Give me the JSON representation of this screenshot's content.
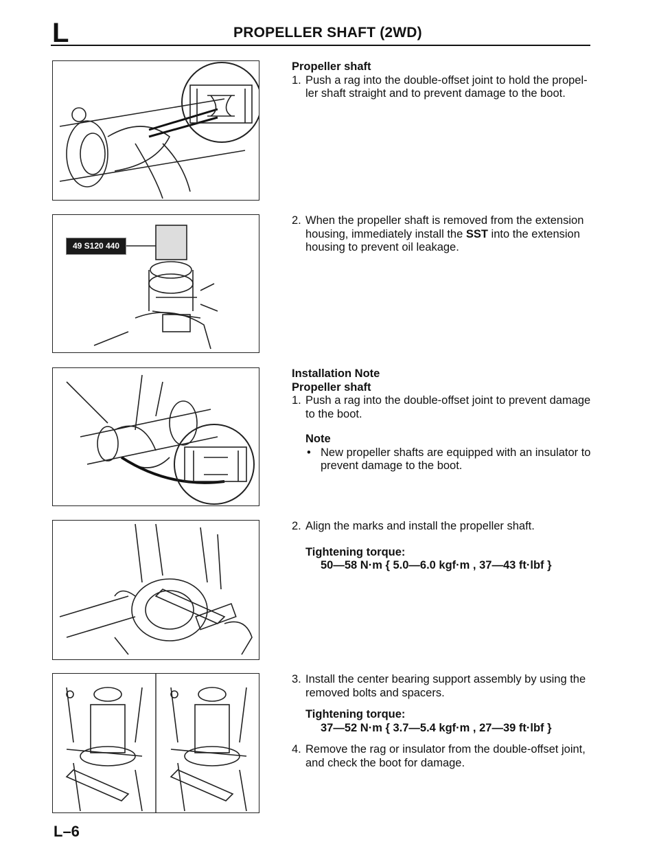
{
  "header": {
    "section_letter": "L",
    "title": "PROPELLER SHAFT (2WD)"
  },
  "figures": {
    "fig2_label": "49 S120 440"
  },
  "removal": {
    "heading": "Propeller shaft",
    "step1_num": "1.",
    "step1_text": "Push a rag into the double-offset joint to hold the propel-ler shaft straight and to prevent damage to the boot.",
    "step2_num": "2.",
    "step2_pre": "When the propeller shaft is removed from the extension housing, immediately install the ",
    "step2_bold": "SST",
    "step2_post": " into the extension housing to prevent oil leakage."
  },
  "installation": {
    "heading": "Installation Note",
    "subheading": "Propeller shaft",
    "step1_num": "1.",
    "step1_text": "Push a rag into the double-offset joint to prevent damage to the boot.",
    "note_heading": "Note",
    "note_bullet": "•",
    "note_text": "New propeller shafts are equipped with an insulator to prevent damage to the boot.",
    "step2_num": "2.",
    "step2_text": "Align the marks and install the propeller shaft.",
    "torque1_label": "Tightening torque:",
    "torque1_value": "50—58 N·m { 5.0—6.0 kgf·m , 37—43 ft·lbf }",
    "step3_num": "3.",
    "step3_text": "Install the center bearing support assembly by using the removed bolts and spacers.",
    "torque2_label": "Tightening torque:",
    "torque2_value": "37—52 N·m { 3.7—5.4 kgf·m , 27—39 ft·lbf }",
    "step4_num": "4.",
    "step4_text": "Remove the rag or insulator from the double-offset joint, and check the boot for damage."
  },
  "footer": {
    "page_number": "L–6"
  }
}
